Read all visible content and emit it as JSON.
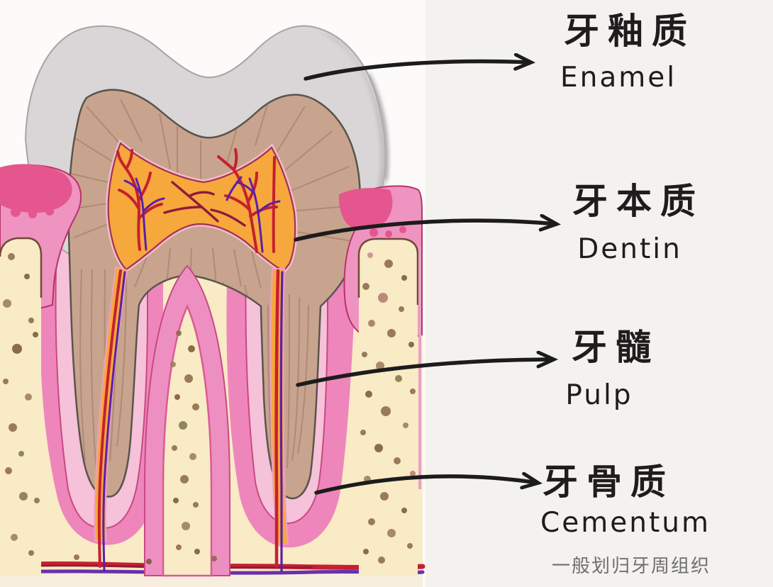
{
  "figure": {
    "type": "anatomy-diagram",
    "subject": "tooth cross-section with bilingual structure labels"
  },
  "labels": [
    {
      "id": "enamel",
      "zh": "牙釉质",
      "en": "Enamel"
    },
    {
      "id": "dentin",
      "zh": "牙本质",
      "en": "Dentin"
    },
    {
      "id": "pulp",
      "zh": "牙髓",
      "en": "Pulp"
    },
    {
      "id": "cementum",
      "zh": "牙骨质",
      "en": "Cementum",
      "note": "一般划归牙周组织"
    }
  ],
  "colors": {
    "background": "#f4f2ee",
    "illustration_bg": "#fcfbfa",
    "enamel": "#dad6d7",
    "enamel_shade": "#b9b3b5",
    "dentin": "#c8a48e",
    "dentin_outline": "#5a544d",
    "pulp_orange": "#f6a83c",
    "pulp_rim": "#f2bcd0",
    "gum_pink": "#ef93c0",
    "gum_magenta": "#e4568d",
    "cementum_pink": "#ee86bc",
    "ligament_light_pink": "#f5c2d9",
    "bone_cream": "#f8ebc6",
    "speckle_brown": "#8a6747",
    "vessel_red": "#c6202f",
    "vessel_purple": "#5c1fa8",
    "arrow": "#1c1c1c",
    "label_text": "#1e1c1c",
    "note_text": "#6f6f6f"
  }
}
